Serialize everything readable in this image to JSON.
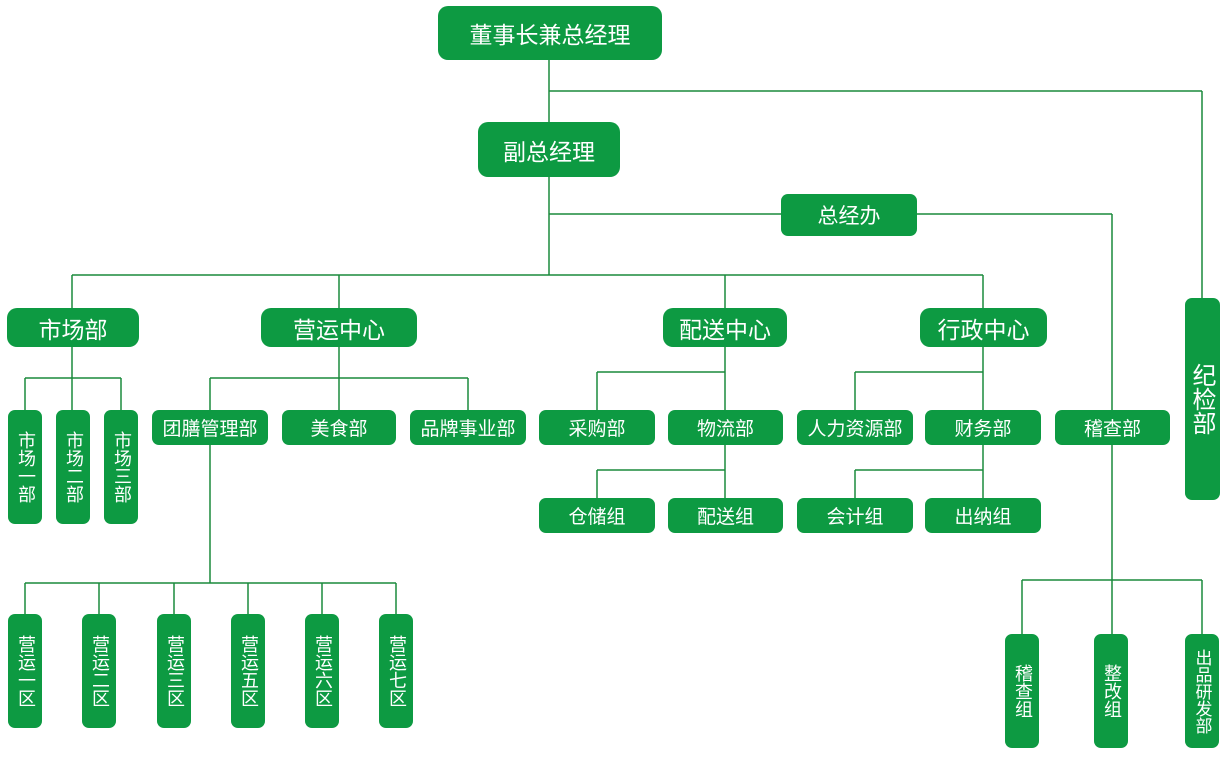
{
  "chairman": "董事长兼总经理",
  "vice_gm": "副总经理",
  "gm_office": "总经办",
  "discipline": "纪检部",
  "market": {
    "label": "市场部",
    "subs": [
      "市场一部",
      "市场二部",
      "市场三部"
    ]
  },
  "operations": {
    "label": "营运中心",
    "subs": [
      "团膳管理部",
      "美食部",
      "品牌事业部"
    ],
    "zones": [
      "营运一区",
      "营运二区",
      "营运三区",
      "营运五区",
      "营运六区",
      "营运七区"
    ]
  },
  "distribution": {
    "label": "配送中心",
    "subs": [
      "采购部",
      "物流部"
    ],
    "logistics_groups": [
      "仓储组",
      "配送组"
    ]
  },
  "admin": {
    "label": "行政中心",
    "subs": [
      "人力资源部",
      "财务部"
    ],
    "finance_groups": [
      "会计组",
      "出纳组"
    ]
  },
  "audit": {
    "label": "稽查部",
    "groups": [
      "稽查组",
      "整改组",
      "出品研发部"
    ]
  }
}
